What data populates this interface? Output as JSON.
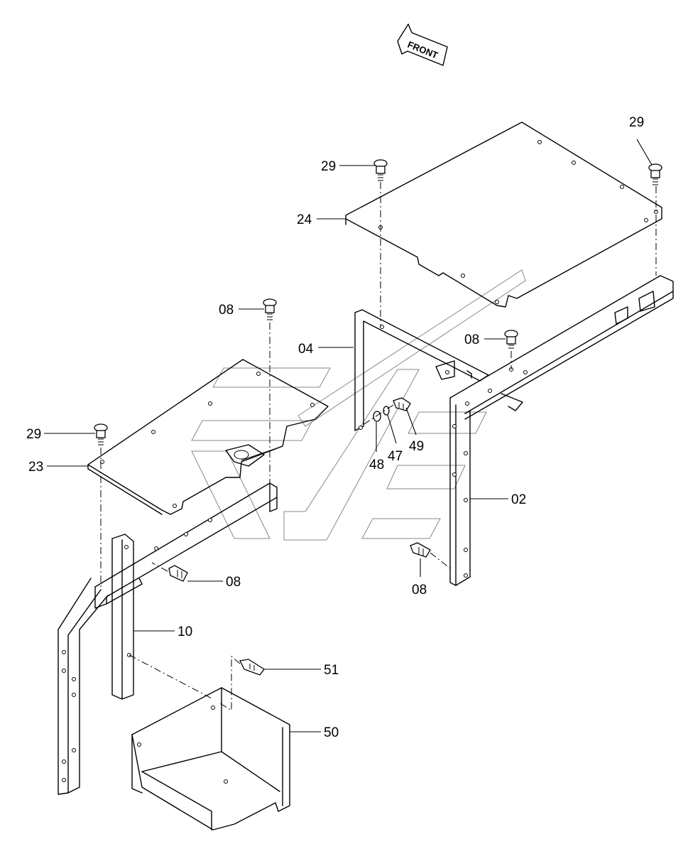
{
  "front_arrow": {
    "label": "FRONT"
  },
  "callouts": [
    {
      "id": "c-29a",
      "label": "29"
    },
    {
      "id": "c-29b",
      "label": "29"
    },
    {
      "id": "c-24",
      "label": "24"
    },
    {
      "id": "c-08a",
      "label": "08"
    },
    {
      "id": "c-04",
      "label": "04"
    },
    {
      "id": "c-08b",
      "label": "08"
    },
    {
      "id": "c-29c",
      "label": "29"
    },
    {
      "id": "c-23",
      "label": "23"
    },
    {
      "id": "c-48",
      "label": "48"
    },
    {
      "id": "c-47",
      "label": "47"
    },
    {
      "id": "c-49",
      "label": "49"
    },
    {
      "id": "c-02",
      "label": "02"
    },
    {
      "id": "c-08c",
      "label": "08"
    },
    {
      "id": "c-08d",
      "label": "08"
    },
    {
      "id": "c-10",
      "label": "10"
    },
    {
      "id": "c-51",
      "label": "51"
    },
    {
      "id": "c-50",
      "label": "50"
    }
  ]
}
